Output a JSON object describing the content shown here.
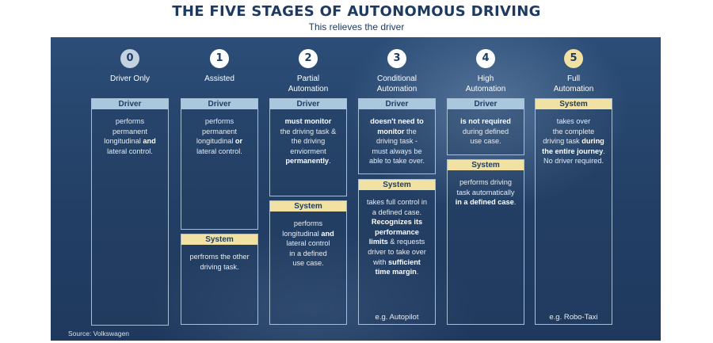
{
  "header": {
    "title": "THE FIVE STAGES OF AUTONOMOUS DRIVING",
    "subtitle": "This relieves the driver"
  },
  "colors": {
    "title": "#1d3a63",
    "panel": "#233f65",
    "driver_header": "#a9c8de",
    "system_header": "#f1e2a3"
  },
  "levels": [
    {
      "number": "0",
      "label": [
        "Driver Only"
      ],
      "boxes": [
        {
          "header": "Driver",
          "body": [
            [
              "performs"
            ],
            [
              "permanent"
            ],
            [
              "longitudinal ",
              {
                "b": "and"
              }
            ],
            [
              "lateral control."
            ]
          ]
        }
      ]
    },
    {
      "number": "1",
      "label": [
        "Assisted"
      ],
      "boxes": [
        {
          "header": "Driver",
          "body": [
            [
              "performs"
            ],
            [
              "permanent"
            ],
            [
              "longitudinal ",
              {
                "b": "or"
              }
            ],
            [
              "lateral control."
            ]
          ]
        },
        {
          "header": "System",
          "body": [
            [
              "perfroms the other"
            ],
            [
              "driving task."
            ]
          ]
        }
      ]
    },
    {
      "number": "2",
      "label": [
        "Partial",
        "Automation"
      ],
      "boxes": [
        {
          "header": "Driver",
          "body": [
            [
              {
                "b": "must monitor"
              }
            ],
            [
              "the driving task &"
            ],
            [
              "the driving"
            ],
            [
              "enviorment"
            ],
            [
              {
                "b": "permanently"
              },
              "."
            ]
          ]
        },
        {
          "header": "System",
          "body": [
            [
              "performs"
            ],
            [
              "longitudinal ",
              {
                "b": "and"
              }
            ],
            [
              "lateral control"
            ],
            [
              "in a defined"
            ],
            [
              "use case."
            ]
          ]
        }
      ]
    },
    {
      "number": "3",
      "label": [
        "Conditional",
        "Automation"
      ],
      "boxes": [
        {
          "header": "Driver",
          "body": [
            [
              {
                "b": "doesn't need to"
              }
            ],
            [
              {
                "b": "monitor"
              },
              " the"
            ],
            [
              "driving task -"
            ],
            [
              "must always be"
            ],
            [
              "able to take over."
            ]
          ]
        },
        {
          "header": "System",
          "body": [
            [
              "takes full control in"
            ],
            [
              "a defined case."
            ],
            [
              {
                "b": "Recognizes its"
              }
            ],
            [
              {
                "b": "performance"
              }
            ],
            [
              {
                "b": "limits"
              },
              " & requests"
            ],
            [
              "driver to take over"
            ],
            [
              "with ",
              {
                "b": "sufficient"
              }
            ],
            [
              {
                "b": "time margin"
              },
              "."
            ]
          ],
          "example": "e.g. Autopilot"
        }
      ]
    },
    {
      "number": "4",
      "label": [
        "High",
        "Automation"
      ],
      "boxes": [
        {
          "header": "Driver",
          "body": [
            [
              {
                "b": "is not required"
              }
            ],
            [
              "during defined"
            ],
            [
              "use case."
            ]
          ]
        },
        {
          "header": "System",
          "body": [
            [
              "performs driving"
            ],
            [
              "task automatically"
            ],
            [
              {
                "b": "in a defined case"
              },
              "."
            ]
          ]
        }
      ]
    },
    {
      "number": "5",
      "label": [
        "Full",
        "Automation"
      ],
      "boxes": [
        {
          "header": "System",
          "body": [
            [
              "takes over"
            ],
            [
              "the complete"
            ],
            [
              "driving task ",
              {
                "b": "during"
              }
            ],
            [
              {
                "b": "the entire journey"
              },
              "."
            ],
            [
              "No driver required."
            ]
          ],
          "example": "e.g. Robo-Taxi"
        }
      ]
    }
  ],
  "source": "Source: Volkswagen"
}
